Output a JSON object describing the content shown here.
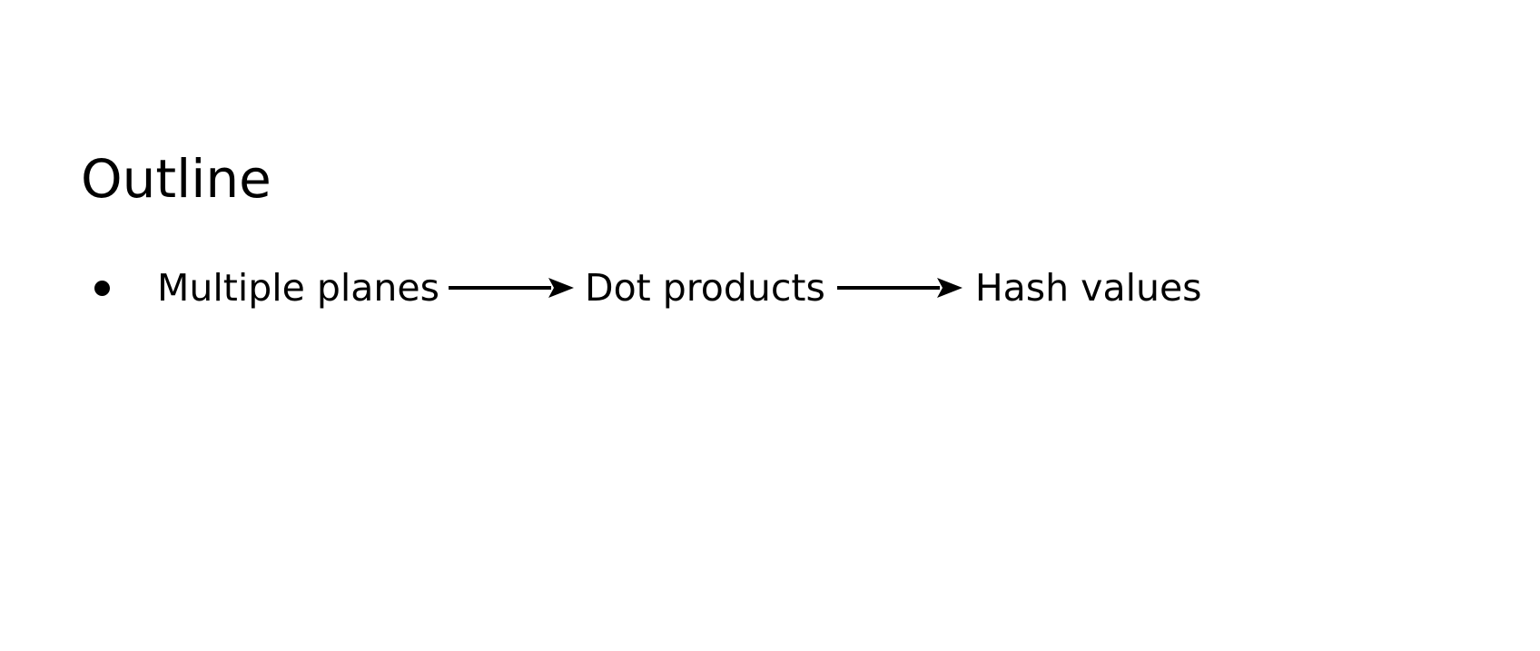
{
  "slide": {
    "title": "Outline",
    "bullets": [
      {
        "steps": [
          {
            "label": "Multiple planes"
          },
          {
            "label": "Dot products"
          },
          {
            "label": "Hash values"
          }
        ]
      }
    ]
  },
  "colors": {
    "background": "#ffffff",
    "text": "#000000"
  },
  "icons": {
    "bullet": "bullet-dot-icon",
    "connector": "right-arrow-icon"
  }
}
